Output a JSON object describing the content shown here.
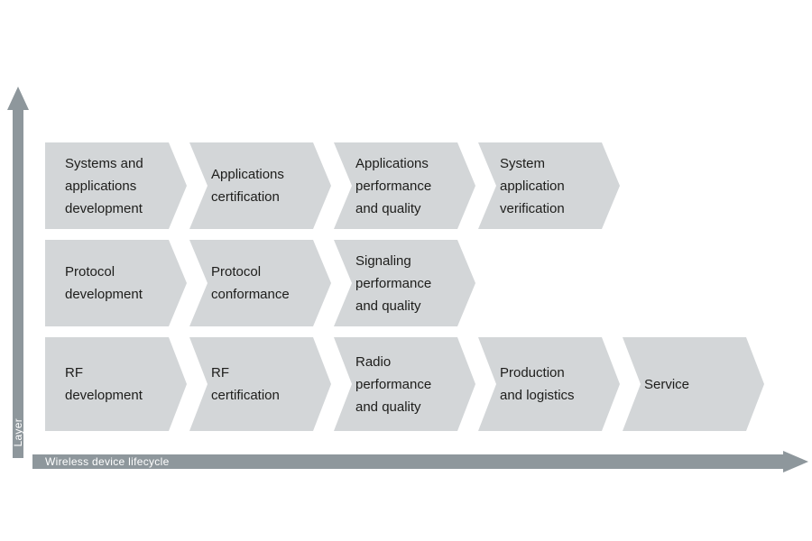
{
  "diagram": {
    "y_axis_label": "Layer",
    "x_axis_label": "Wireless device lifecycle",
    "colors": {
      "box_fill": "#d3d6d8",
      "axis_fill": "#8e979c",
      "box_text": "#1d1d1b",
      "axis_text": "#ffffff"
    },
    "rows": [
      {
        "name": "applications-layer",
        "boxes": [
          {
            "lines": [
              "Systems and",
              "applications",
              "development"
            ]
          },
          {
            "lines": [
              "Applications",
              "certification"
            ]
          },
          {
            "lines": [
              "Applications",
              "performance",
              "and quality"
            ]
          },
          {
            "lines": [
              "System",
              "application",
              "verification"
            ]
          }
        ]
      },
      {
        "name": "protocol-layer",
        "boxes": [
          {
            "lines": [
              "Protocol",
              "development"
            ]
          },
          {
            "lines": [
              "Protocol",
              "conformance"
            ]
          },
          {
            "lines": [
              "Signaling",
              "performance",
              "and quality"
            ]
          }
        ]
      },
      {
        "name": "rf-layer",
        "boxes": [
          {
            "lines": [
              "RF",
              "development"
            ]
          },
          {
            "lines": [
              "RF",
              "certification"
            ]
          },
          {
            "lines": [
              "Radio",
              "performance",
              "and quality"
            ]
          },
          {
            "lines": [
              "Production",
              "and logistics"
            ]
          },
          {
            "lines": [
              "Service"
            ]
          }
        ]
      }
    ]
  }
}
